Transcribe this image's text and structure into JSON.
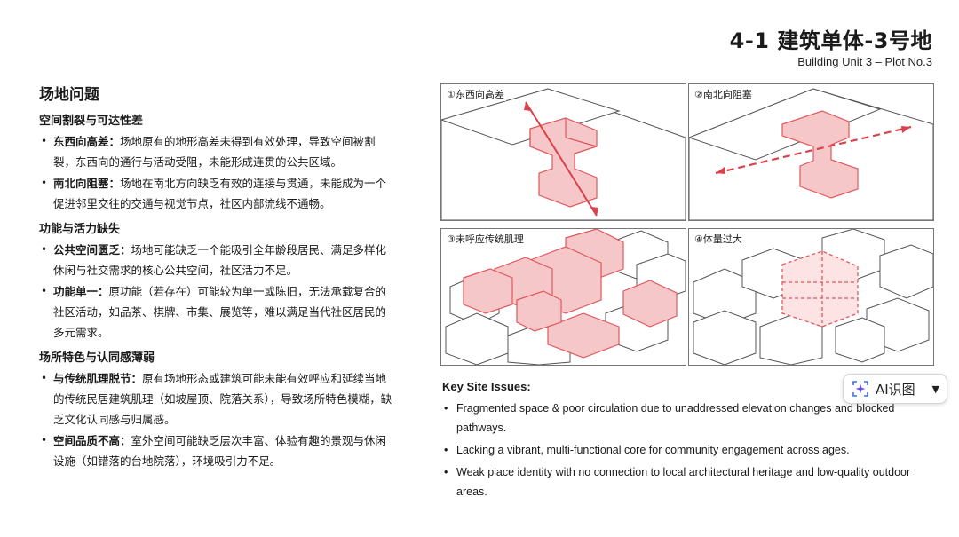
{
  "header": {
    "title": "4-1 建筑单体-3号地",
    "subtitle": "Building Unit 3 – Plot No.3"
  },
  "issues": {
    "heading": "场地问题",
    "sections": [
      {
        "title": "空间割裂与可达性差",
        "items": [
          {
            "bold": "东西向高差：",
            "text": "场地原有的地形高差未得到有效处理，导致空间被割裂，东西向的通行与活动受阻，未能形成连贯的公共区域。"
          },
          {
            "bold": "南北向阻塞：",
            "text": "场地在南北方向缺乏有效的连接与贯通，未能成为一个促进邻里交往的交通与视觉节点，社区内部流线不通畅。"
          }
        ]
      },
      {
        "title": "功能与活力缺失",
        "items": [
          {
            "bold": "公共空间匮乏：",
            "text": "场地可能缺乏一个能吸引全年龄段居民、满足多样化休闲与社交需求的核心公共空间，社区活力不足。"
          },
          {
            "bold": "功能单一：",
            "text": "原功能（若存在）可能较为单一或陈旧，无法承载复合的社区活动，如品茶、棋牌、市集、展览等，难以满足当代社区居民的多元需求。"
          }
        ]
      },
      {
        "title": "场所特色与认同感薄弱",
        "items": [
          {
            "bold": "与传统肌理脱节：",
            "text": "原有场地形态或建筑可能未能有效呼应和延续当地的传统民居建筑肌理（如坡屋顶、院落关系），导致场所特色模糊，缺乏文化认同感与归属感。"
          },
          {
            "bold": "空间品质不高：",
            "text": "室外空间可能缺乏层次丰富、体验有趣的景观与休闲设施（如错落的台地院落），环境吸引力不足。"
          }
        ]
      }
    ]
  },
  "diagrams": [
    {
      "label": "①东西向高差"
    },
    {
      "label": "②南北向阻塞"
    },
    {
      "label": "③未呼应传统肌理"
    },
    {
      "label": "④体量过大"
    }
  ],
  "key_issues": {
    "heading": "Key Site Issues:",
    "items": [
      "Fragmented space & poor circulation due to unaddressed elevation changes and blocked pathways.",
      "Lacking a vibrant, multi-functional core for community engagement across ages.",
      "Weak place identity with no connection to local architectural heritage and low-quality outdoor areas."
    ]
  },
  "ai_button": {
    "label": "AI识图",
    "icon": "ai-sparkle-icon"
  },
  "colors": {
    "accent_red": "#e0575c",
    "accent_fill": "#f6c7c9"
  }
}
